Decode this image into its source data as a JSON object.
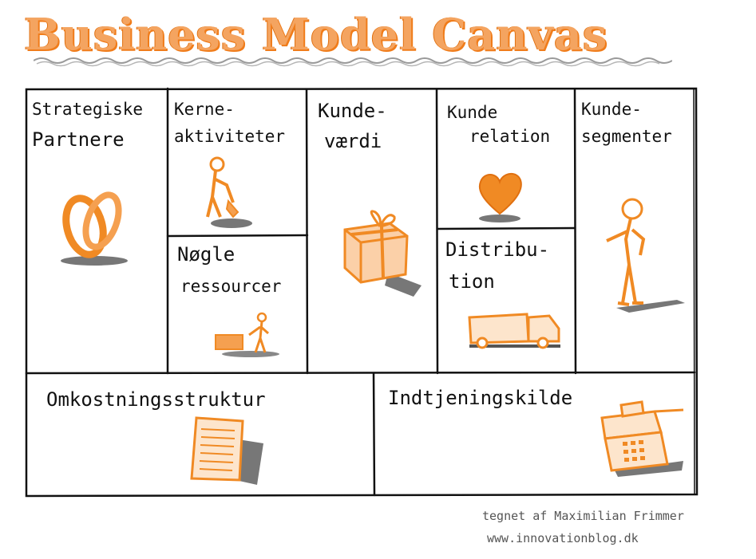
{
  "title": "Business Model Canvas",
  "blocks": {
    "partners": {
      "line1": "Strategiske",
      "line2": "Partnere"
    },
    "activities": {
      "line1": "Kerne-",
      "line2": "aktiviteter"
    },
    "resources": {
      "line1": "Nøgle",
      "line2": "ressourcer"
    },
    "value": {
      "line1": "Kunde-",
      "line2": "værdi"
    },
    "relations": {
      "line1": "Kunde",
      "line2": "relation"
    },
    "channels": {
      "line1": "Distribu-",
      "line2": "tion"
    },
    "segments": {
      "line1": "Kunde-",
      "line2": "segmenter"
    },
    "costs": {
      "line1": "Omkostningsstruktur"
    },
    "revenue": {
      "line1": "Indtjeningskilde"
    }
  },
  "icons": {
    "partners": "interlocking-rings-icon",
    "activities": "worker-with-shovel-icon",
    "resources": "person-with-trolley-icon",
    "value": "gift-box-icon",
    "relations": "heart-icon",
    "channels": "delivery-truck-icon",
    "segments": "customer-person-icon",
    "costs": "document-icon",
    "revenue": "cash-register-icon"
  },
  "credit": {
    "line1": "tegnet af Maximilian Frimmer",
    "line2": "www.innovationblog.dk"
  },
  "colors": {
    "accent": "#f08a24",
    "ink": "#111111",
    "shadow": "#555555"
  }
}
